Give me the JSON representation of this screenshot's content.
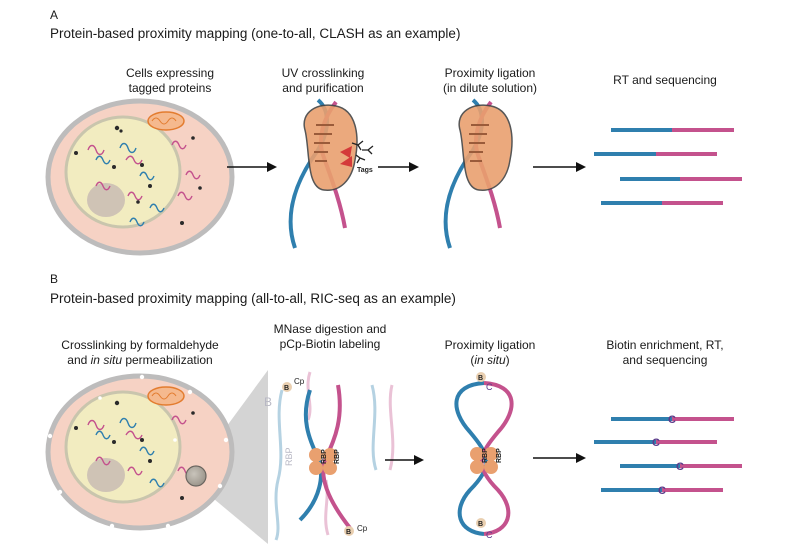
{
  "colors": {
    "blue_rna": "#2f7fae",
    "pink_rna": "#c4528d",
    "protein": "#e9a06f",
    "cell": "#f6d2c4",
    "nucleus": "#f2ecc0",
    "arrow": "#111111"
  },
  "panelA": {
    "letter": "A",
    "title": "Protein-based proximity mapping (one-to-all, CLASH as an example)",
    "steps": [
      {
        "line1": "Cells expressing",
        "line2": "tagged proteins"
      },
      {
        "line1": "UV crosslinking",
        "line2": "and purification"
      },
      {
        "line1": "Proximity ligation",
        "line2": "(in dilute solution)"
      },
      {
        "line1": "RT and sequencing",
        "line2": ""
      }
    ],
    "tags_label": "Tags"
  },
  "panelB": {
    "letter": "B",
    "title": "Protein-based proximity mapping (all-to-all, RIC-seq as an example)",
    "steps": [
      {
        "line1": "Crosslinking by formaldehyde",
        "line2_pre": "and ",
        "line2_italic": "in situ",
        "line2_post": " permeabilization"
      },
      {
        "line1": "MNase digestion and",
        "line2": "pCp-Biotin labeling"
      },
      {
        "line1": "Proximity ligation",
        "line2_pre": "(",
        "line2_italic": "in situ",
        "line2_post": ")"
      },
      {
        "line1": "Biotin enrichment, RT,",
        "line2": "and sequencing"
      }
    ],
    "rbp_label": "RBP",
    "biotin_label": "B",
    "cp_label": "Cp",
    "c_label": "C"
  }
}
